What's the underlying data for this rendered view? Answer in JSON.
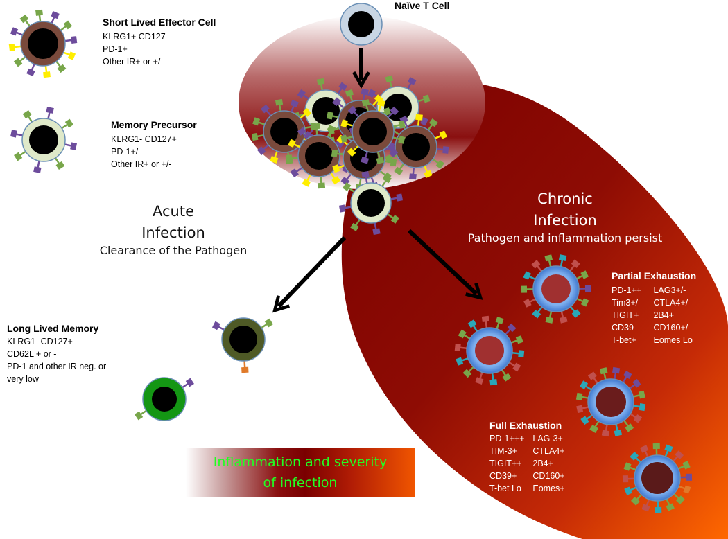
{
  "naive": {
    "title": "Naïve T Cell"
  },
  "slec": {
    "title": "Short Lived Effector  Cell",
    "lines": [
      "KLRG1+    CD127-",
      "PD-1+",
      "Other IR+ or +/-"
    ]
  },
  "mp": {
    "title": "Memory Precursor",
    "lines": [
      "KLRG1-    CD127+",
      "PD-1+/-",
      "Other IR+ or +/-"
    ]
  },
  "acute": {
    "line1": "Acute",
    "line2": "Infection",
    "subtitle": "Clearance of the Pathogen"
  },
  "chronic": {
    "line1": "Chronic",
    "line2": "Infection",
    "subtitle": "Pathogen and inflammation persist"
  },
  "llm": {
    "title": "Long Lived Memory",
    "lines": [
      "KLRG1-    CD127+",
      "CD62L + or -",
      "PD-1 and other IR neg. or",
      "very low"
    ]
  },
  "partial": {
    "title": "Partial Exhaustion",
    "rows": [
      [
        "PD-1++",
        "LAG3+/-"
      ],
      [
        "Tim3+/-",
        "CTLA4+/-"
      ],
      [
        "TIGIT+",
        "2B4+"
      ],
      [
        "CD39-",
        "CD160+/-"
      ],
      [
        "T-bet+",
        "Eomes Lo"
      ]
    ]
  },
  "full": {
    "title": "Full Exhaustion",
    "rows": [
      [
        "PD-1+++",
        "LAG-3+"
      ],
      [
        "TIM-3+",
        "CTLA4+"
      ],
      [
        "TIGIT++",
        "2B4+"
      ],
      [
        "CD39+",
        "CD160+"
      ],
      [
        "T-bet Lo",
        "Eomes+"
      ]
    ]
  },
  "legend": {
    "line1": "Inflammation and severity",
    "line2": "of infection"
  },
  "colors": {
    "chronic_dark": "#6e0000",
    "chronic_light": "#ff6a00",
    "receptor_green": "#78a64a",
    "receptor_purple": "#6d4c9c",
    "receptor_yellow": "#ffee00",
    "receptor_teal": "#2aa7b8",
    "receptor_red": "#c0504d",
    "receptor_orange": "#e07a2a",
    "effector_body": "#7a4a3c",
    "memory_body": "#dfe9c9",
    "exhausted_body": "#5b8fd6",
    "llm_body": "#4f5a26",
    "llm2_body": "#149614",
    "legend_text": "#22ff22"
  }
}
